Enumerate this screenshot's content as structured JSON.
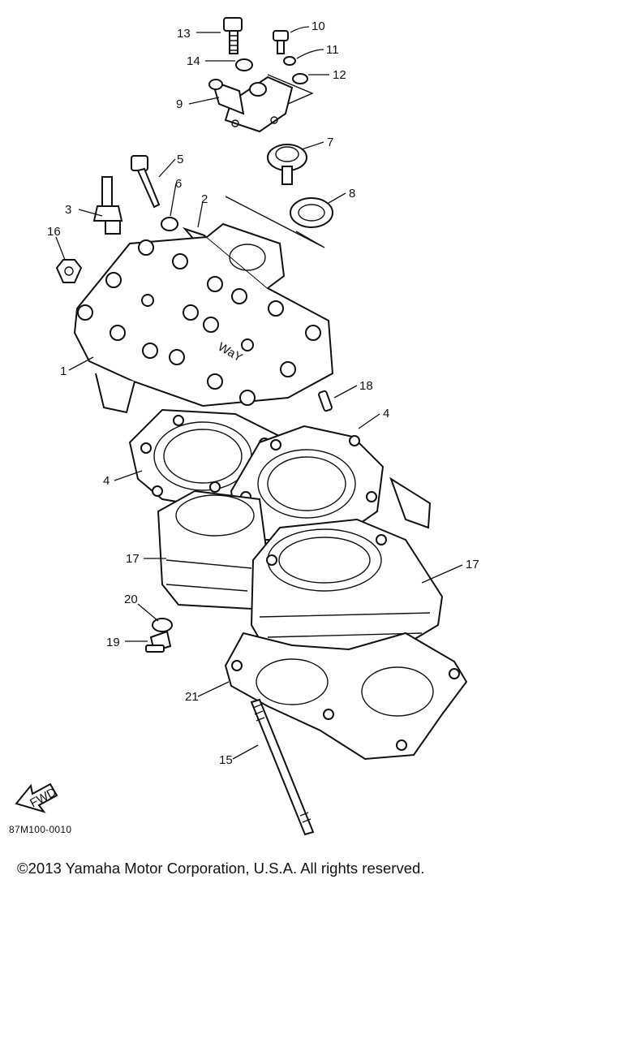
{
  "callouts": {
    "n1": "1",
    "n2": "2",
    "n3": "3",
    "n4a": "4",
    "n4b": "4",
    "n5": "5",
    "n6": "6",
    "n7": "7",
    "n8": "8",
    "n9": "9",
    "n10": "10",
    "n11": "11",
    "n12": "12",
    "n13": "13",
    "n14": "14",
    "n15": "15",
    "n16": "16",
    "n17a": "17",
    "n17b": "17",
    "n18": "18",
    "n19": "19",
    "n20": "20",
    "n21": "21"
  },
  "cylinder_head_text": "WaY",
  "fwd_arrow_label": "FWD",
  "diagram_code": "87M100-0010",
  "copyright": "©2013 Yamaha Motor Corporation, U.S.A. All rights reserved."
}
